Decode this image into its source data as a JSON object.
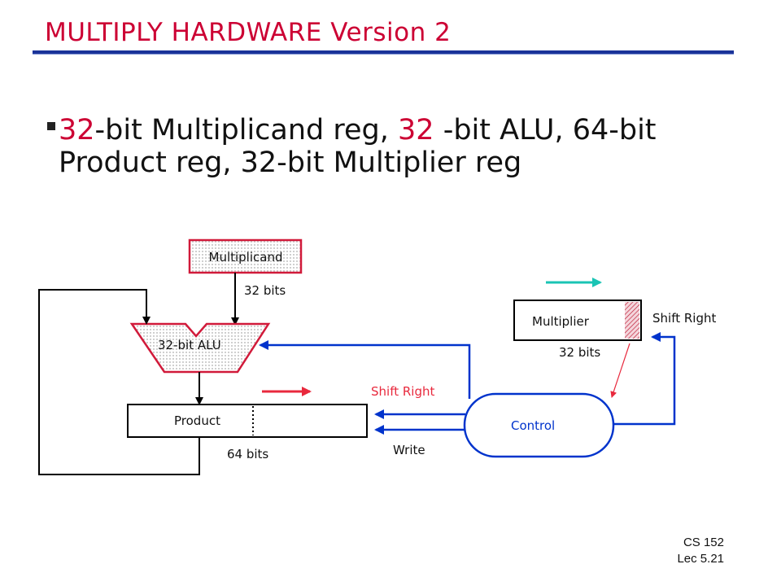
{
  "slide": {
    "title": "MULTIPLY HARDWARE Version 2",
    "bullet": {
      "p1": "32",
      "p2": "-bit Multiplicand reg, ",
      "p3": "32",
      "p4": " -bit ALU, 64-bit Product reg, 32-bit Multiplier reg"
    },
    "footer": {
      "line1": "CS 152",
      "line2": "Lec 5.21"
    }
  },
  "diagram": {
    "multiplicand_label": "Multiplicand",
    "multiplicand_width": "32 bits",
    "alu_label": "32-bit ALU",
    "product_label": "Product",
    "product_width": "64 bits",
    "multiplier_label": "Multiplier",
    "multiplier_width": "32 bits",
    "multiplier_shift": "Shift Right",
    "control_label": "Control",
    "product_shift": "Shift Right",
    "write_label": "Write"
  },
  "colors": {
    "title": "#cc0033",
    "accent_red": "#e8293d",
    "control_blue": "#0033cc",
    "teal_arrow": "#1ac4b4"
  }
}
